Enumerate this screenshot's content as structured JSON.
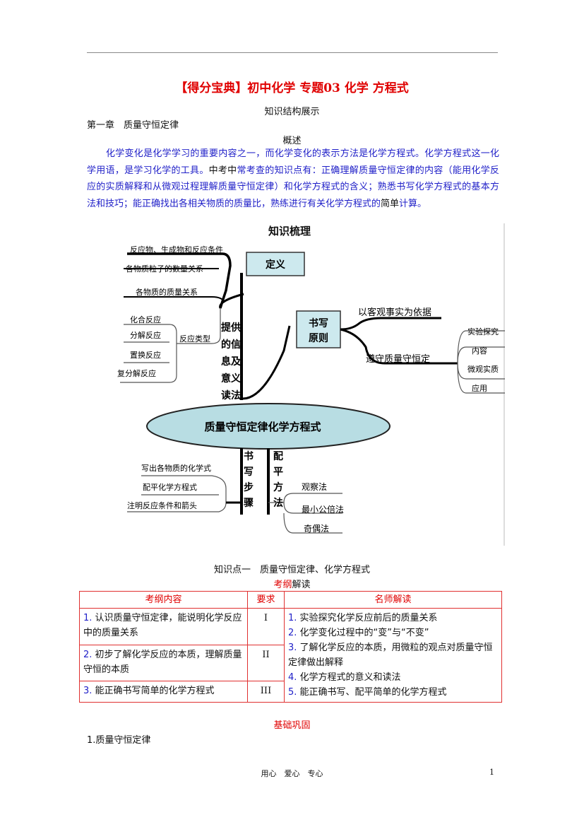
{
  "title": "【得分宝典】初中化学 专题03 化学 方程式",
  "subtitle": "知识结构展示",
  "chapter": "第一章　质量守恒定律",
  "overview_heading": "概述",
  "overview": {
    "part1": "化学变化是化学学习的重要内容之一，而化学变化的表示方法是化学方程式。化学方程式这一化学用语，是学习化学的工具。",
    "part2": "中考中",
    "part3": "常考查的知识点有：正确理解质量守恒定律的内容（能用化学反应的实质解释和从微观过程理解质量守恒定律）和化学方程式的含义；熟悉书写化学方程式的基本方法和技巧；能正确找出各相关物质的质量比，熟练进行有关化学方程式的",
    "part4": "简单",
    "part5": "计算。"
  },
  "diagram": {
    "heading": "知识梳理",
    "center": "质量守恒定律化学方程式",
    "definition": "定义",
    "writing_principle": "书写原则",
    "principle_1": "以客观事实为依据",
    "principle_2": "遵守质量守恒定",
    "principle_2_items": [
      "实验探究",
      "内容",
      "微观实质",
      "应用"
    ],
    "info_branch": "提供的信息及意义读法",
    "info_items": [
      "反应物、生成物和反应条件",
      "各物质粒子的数量关系",
      "各物质的质量关系"
    ],
    "reaction_types_label": "反应类型",
    "reaction_types": [
      "化合反应",
      "分解反应",
      "置换反应",
      "复分解反应"
    ],
    "writing_steps": "书写步骤",
    "writing_steps_items": [
      "写出各物质的化学式",
      "配平化学方程式",
      "注明反应条件和箭头"
    ],
    "balancing": "配平方法",
    "balancing_items": [
      "观察法",
      "最小公倍法",
      "奇偶法"
    ]
  },
  "knowledge_point": "知识点一　质量守恒定律、化学方程式",
  "syllabus_heading": {
    "red": "考纲",
    "black": "解读"
  },
  "table": {
    "headers": [
      "考纲内容",
      "要求",
      "名师解读"
    ],
    "rows": [
      {
        "num": "1.",
        "content": "认识质量守恒定律，能说明化学反应中的质量关系",
        "req": "I"
      },
      {
        "num": "2.",
        "content": "初步了解化学反应的本质，理解质量守恒的本质",
        "req": "II"
      },
      {
        "num": "3.",
        "content": "能正确书写简单的化学方程式",
        "req": "III"
      }
    ],
    "interpretation": [
      {
        "num": "1.",
        "text": "实验探究化学反应前后的质量关系"
      },
      {
        "num": "2.",
        "text": "化学变化过程中的“变”与“不变”"
      },
      {
        "num": "3.",
        "text": "了解化学反应的本质，用微粒的观点对质量守恒定律做出解释"
      },
      {
        "num": "4.",
        "text": "化学方程式的意义和读法"
      },
      {
        "num": "5.",
        "text": "能正确书写、配平简单的化学方程式"
      }
    ]
  },
  "basics_heading": "基础巩固",
  "item1": "1.质量守恒定律",
  "footer": "用心　爱心　专心",
  "page_number": "1",
  "colors": {
    "title": "#e00000",
    "body_blue": "#1f1fc8",
    "table_border": "#e03030",
    "ellipse_fill": "#b8dde3",
    "box_fill": "#cde9ee"
  }
}
